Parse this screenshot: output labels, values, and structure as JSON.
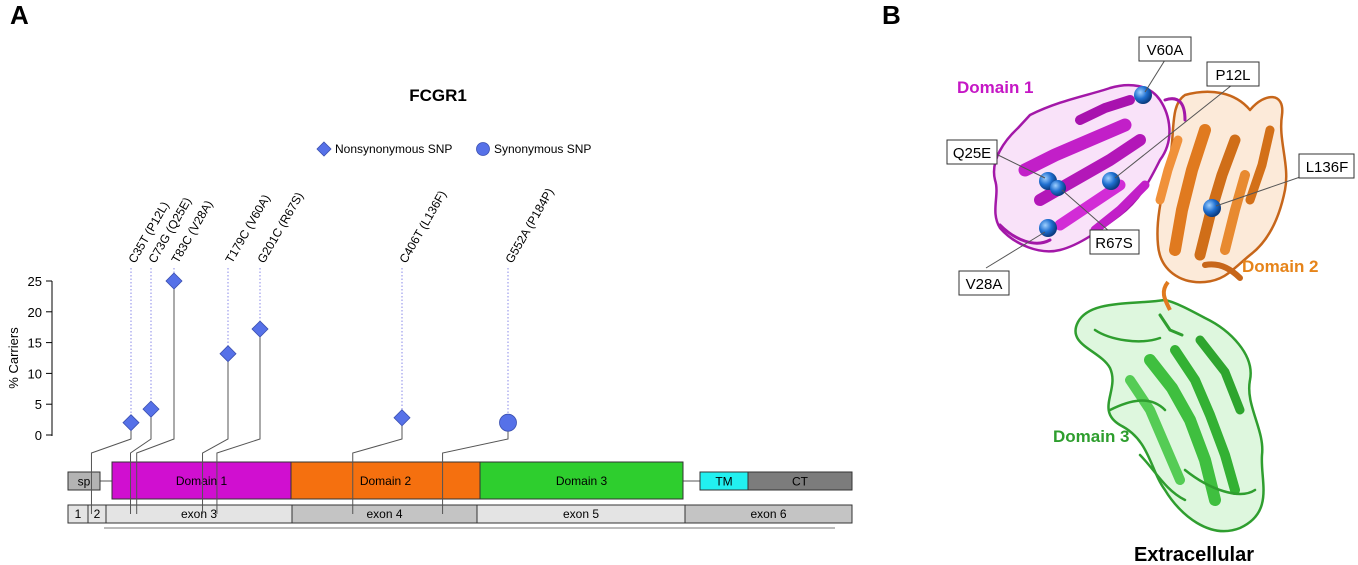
{
  "panel_a": {
    "letter": "A",
    "chart_data": {
      "type": "scatter",
      "title": "FCGR1",
      "ylabel": "% Carriers",
      "ylim": [
        0,
        25
      ],
      "yticks": [
        0,
        5,
        10,
        15,
        20,
        25
      ],
      "grid": false,
      "legend_position": "top-center",
      "protein_length": 374,
      "legend": [
        {
          "label": "Nonsynonymous SNP",
          "marker": "diamond"
        },
        {
          "label": "Synonymous SNP",
          "marker": "circle"
        }
      ],
      "series": [
        {
          "name": "Nonsynonymous SNP",
          "marker": "diamond",
          "color": "#5671e8",
          "points": [
            {
              "label": "C35T (P12L)",
              "position": 12,
              "value": 2.0
            },
            {
              "label": "C73G (Q25E)",
              "position": 25,
              "value": 4.2
            },
            {
              "label": "T83C (V28A)",
              "position": 28,
              "value": 25.0
            },
            {
              "label": "T179C (V60A)",
              "position": 60,
              "value": 13.2
            },
            {
              "label": "G201C (R67S)",
              "position": 67,
              "value": 17.2
            },
            {
              "label": "C406T (L136F)",
              "position": 136,
              "value": 2.8
            }
          ]
        },
        {
          "name": "Synonymous SNP",
          "marker": "circle",
          "color": "#5671e8",
          "points": [
            {
              "label": "G552A (P184P)",
              "position": 184,
              "value": 2.0
            }
          ]
        }
      ],
      "protein_domains": [
        {
          "label": "sp",
          "start": 1,
          "end": 15,
          "color": "#b3b3b3"
        },
        {
          "label": "Domain 1",
          "start": 16,
          "end": 102,
          "color": "#d00fd0"
        },
        {
          "label": "Domain 2",
          "start": 103,
          "end": 203,
          "color": "#f5700f"
        },
        {
          "label": "Domain 3",
          "start": 204,
          "end": 292,
          "color": "#2ece2e"
        },
        {
          "label": "TM",
          "start": 301,
          "end": 321,
          "color": "#22f0f0"
        },
        {
          "label": "CT",
          "start": 322,
          "end": 374,
          "color": "#7c7c7c"
        }
      ],
      "exons": [
        {
          "label": "1",
          "start": 1,
          "end": 10
        },
        {
          "label": "2",
          "start": 11,
          "end": 17
        },
        {
          "label": "exon 3",
          "start": 18,
          "end": 104
        },
        {
          "label": "exon 4",
          "start": 105,
          "end": 205
        },
        {
          "label": "exon 5",
          "start": 206,
          "end": 293
        },
        {
          "label": "exon 6",
          "start": 294,
          "end": 374
        }
      ]
    }
  },
  "panel_b": {
    "letter": "B",
    "domain_labels": [
      {
        "text": "Domain 1",
        "color": "#c517c5"
      },
      {
        "text": "Domain 2",
        "color": "#e6841a"
      },
      {
        "text": "Domain 3",
        "color": "#2e9e2e"
      }
    ],
    "variant_labels": [
      "V60A",
      "P12L",
      "Q25E",
      "L136F",
      "R67S",
      "V28A"
    ],
    "bottom_label": "Extracellular",
    "colors": {
      "domain1": "#c21fc8",
      "domain2": "#e07a1f",
      "domain3": "#45c045",
      "sphere": "#1f6fd0"
    }
  }
}
